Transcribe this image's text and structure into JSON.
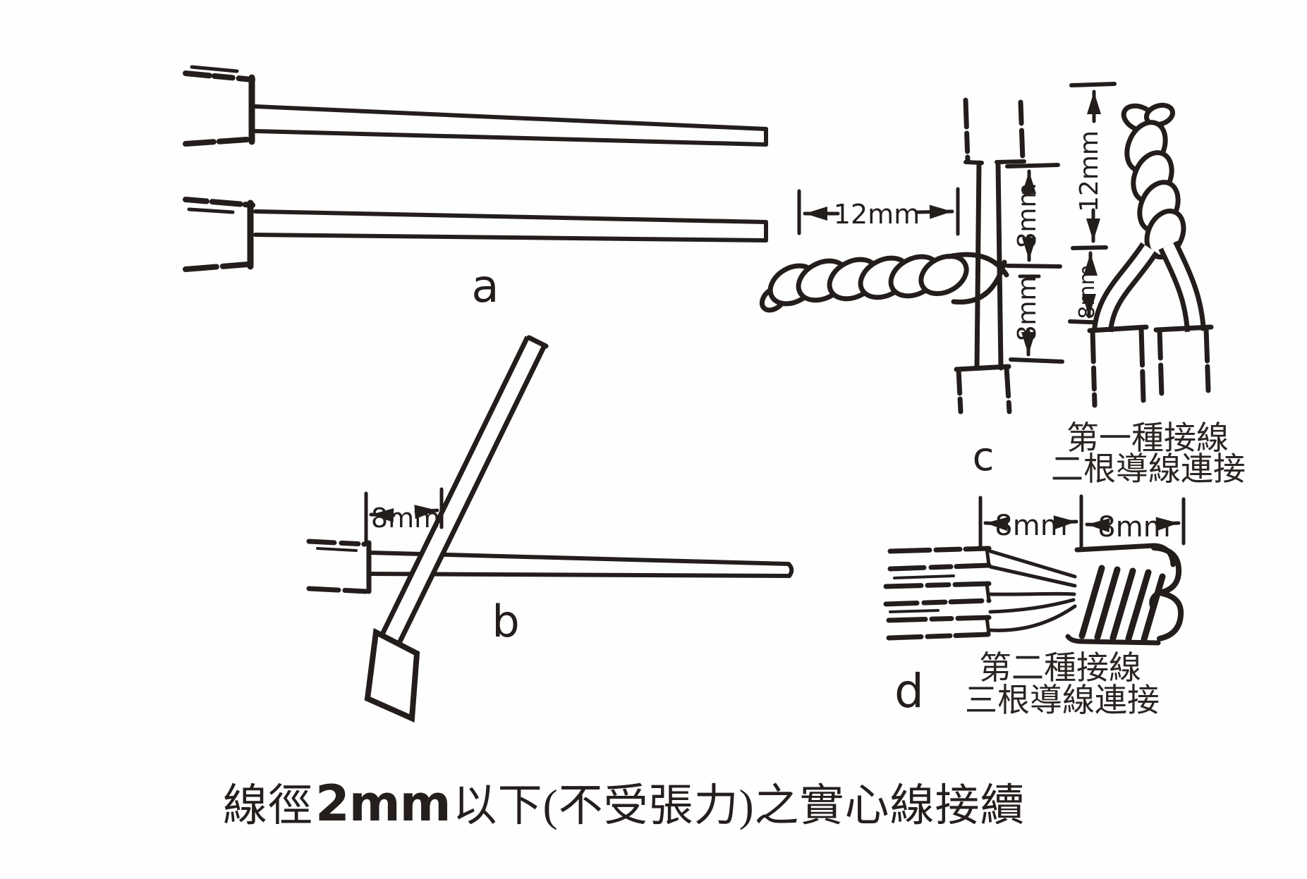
{
  "figure_a": {
    "label": "a"
  },
  "figure_b": {
    "label": "b",
    "dim": "8mm"
  },
  "figure_c": {
    "label": "c",
    "dim_overlap": "12mm",
    "dim_upper": "8mm",
    "dim_lower": "8mm"
  },
  "figure_c_right": {
    "dim_twist": "12mm",
    "dim_split": "8mm",
    "caption_line1": "第一種接線",
    "caption_line2": "二根導線連接"
  },
  "figure_d": {
    "label": "d",
    "dim_left": "8mm",
    "dim_right": "8mm",
    "caption_line1": "第二種接線",
    "caption_line2": "三根導線連接"
  },
  "title": {
    "part1": "線徑",
    "part2": "2mm",
    "part3": "以下(不受張力)之實心線接續"
  },
  "colors": {
    "ink": "#231e1c",
    "paper": "#fefefe"
  }
}
